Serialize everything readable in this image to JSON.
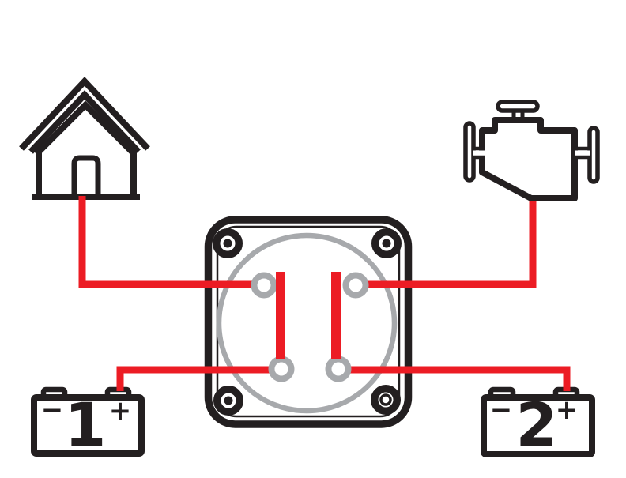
{
  "diagram_type": "battery-switch-wiring-diagram",
  "colors": {
    "background": "#ffffff",
    "line_black": "#231f20",
    "wire_red": "#ec1c24",
    "detail_gray": "#a7a9ac"
  },
  "components": {
    "house": {
      "icon": "house-icon",
      "role": "house-load"
    },
    "engine": {
      "icon": "engine-icon",
      "role": "engine-load"
    },
    "switch": {
      "icon": "battery-switch-icon",
      "screws": 4,
      "terminal_posts": 4,
      "contact_bars": 2
    },
    "battery1": {
      "label": "1",
      "negative": "−",
      "positive": "+"
    },
    "battery2": {
      "label": "2",
      "negative": "−",
      "positive": "+"
    }
  },
  "wires": [
    "house-to-switch-top-left-post",
    "engine-to-switch-top-right-post",
    "battery-1-positive-to-switch-bottom-left-post",
    "battery-2-positive-to-switch-bottom-right-post"
  ]
}
